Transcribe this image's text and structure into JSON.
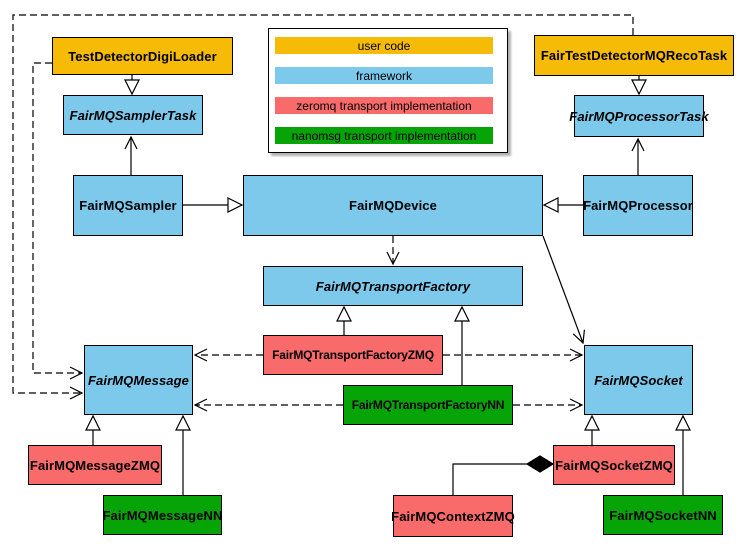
{
  "diagram": {
    "legend": {
      "items": [
        {
          "label": "user code",
          "color": "#F5BB06"
        },
        {
          "label": "framework",
          "color": "#7DC9EC"
        },
        {
          "label": "zeromq transport implementation",
          "color": "#F96B6B"
        },
        {
          "label": "nanomsg transport implementation",
          "color": "#07A407"
        }
      ]
    },
    "nodes": {
      "digiLoader": {
        "label": "TestDetectorDigiLoader"
      },
      "recoTask": {
        "label": "FairTestDetectorMQRecoTask"
      },
      "samplerTask": {
        "label": "FairMQSamplerTask"
      },
      "processorTask": {
        "label": "FairMQProcessorTask"
      },
      "sampler": {
        "label": "FairMQSampler"
      },
      "device": {
        "label": "FairMQDevice"
      },
      "processor": {
        "label": "FairMQProcessor"
      },
      "transportFactory": {
        "label": "FairMQTransportFactory"
      },
      "transportFactoryZMQ": {
        "label": "FairMQTransportFactoryZMQ"
      },
      "transportFactoryNN": {
        "label": "FairMQTransportFactoryNN"
      },
      "message": {
        "label": "FairMQMessage"
      },
      "socket": {
        "label": "FairMQSocket"
      },
      "messageZMQ": {
        "label": "FairMQMessageZMQ"
      },
      "messageNN": {
        "label": "FairMQMessageNN"
      },
      "socketZMQ": {
        "label": "FairMQSocketZMQ"
      },
      "socketNN": {
        "label": "FairMQSocketNN"
      },
      "contextZMQ": {
        "label": "FairMQContextZMQ"
      }
    },
    "edges": [
      {
        "from": "TestDetectorDigiLoader",
        "to": "FairMQSamplerTask",
        "type": "inheritance"
      },
      {
        "from": "FairTestDetectorMQRecoTask",
        "to": "FairMQProcessorTask",
        "type": "inheritance"
      },
      {
        "from": "FairMQSampler",
        "to": "FairMQDevice",
        "type": "inheritance"
      },
      {
        "from": "FairMQProcessor",
        "to": "FairMQDevice",
        "type": "inheritance"
      },
      {
        "from": "FairMQTransportFactoryZMQ",
        "to": "FairMQTransportFactory",
        "type": "inheritance"
      },
      {
        "from": "FairMQTransportFactoryNN",
        "to": "FairMQTransportFactory",
        "type": "inheritance"
      },
      {
        "from": "FairMQMessageZMQ",
        "to": "FairMQMessage",
        "type": "inheritance"
      },
      {
        "from": "FairMQMessageNN",
        "to": "FairMQMessage",
        "type": "inheritance"
      },
      {
        "from": "FairMQSocketZMQ",
        "to": "FairMQSocket",
        "type": "inheritance"
      },
      {
        "from": "FairMQSocketNN",
        "to": "FairMQSocket",
        "type": "inheritance"
      },
      {
        "from": "FairMQSampler",
        "to": "FairMQSamplerTask",
        "type": "association"
      },
      {
        "from": "FairMQProcessor",
        "to": "FairMQProcessorTask",
        "type": "association"
      },
      {
        "from": "FairMQDevice",
        "to": "FairMQSocket",
        "type": "association"
      },
      {
        "from": "FairMQDevice",
        "to": "FairMQTransportFactory",
        "type": "dependency"
      },
      {
        "from": "FairMQTransportFactoryZMQ",
        "to": "FairMQMessage",
        "type": "dependency"
      },
      {
        "from": "FairMQTransportFactoryZMQ",
        "to": "FairMQSocket",
        "type": "dependency"
      },
      {
        "from": "FairMQTransportFactoryNN",
        "to": "FairMQMessage",
        "type": "dependency"
      },
      {
        "from": "FairMQTransportFactoryNN",
        "to": "FairMQSocket",
        "type": "dependency"
      },
      {
        "from": "TestDetectorDigiLoader",
        "to": "FairMQMessage",
        "type": "dependency"
      },
      {
        "from": "FairTestDetectorMQRecoTask",
        "to": "FairMQMessage",
        "type": "dependency"
      },
      {
        "from": "FairMQContextZMQ",
        "to": "FairMQSocketZMQ",
        "type": "composition"
      }
    ]
  }
}
